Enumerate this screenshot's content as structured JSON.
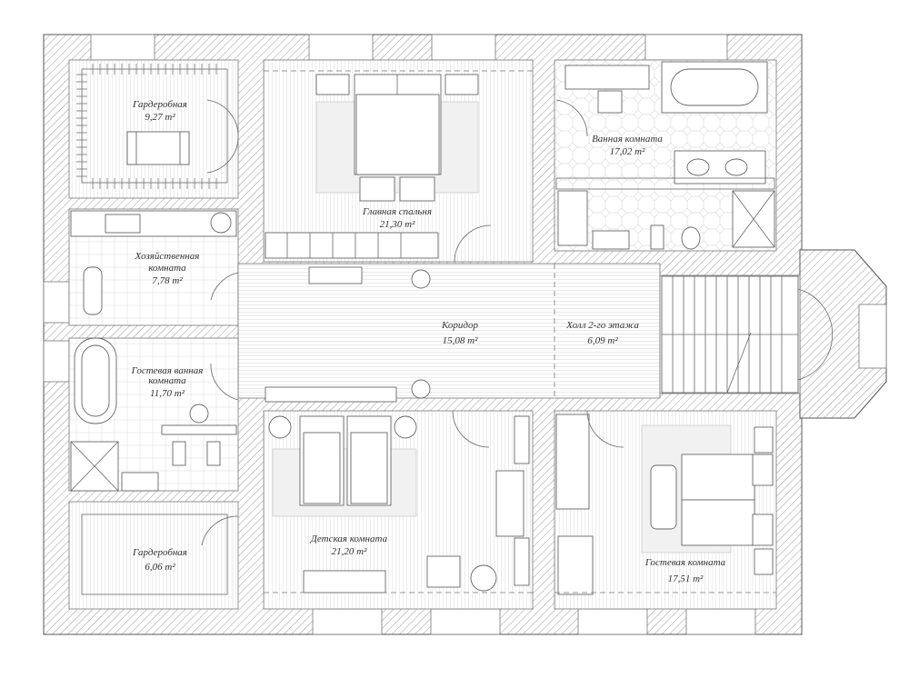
{
  "rooms": {
    "wardrobe_top": {
      "name": "Гардеробная",
      "area": "9,27 m²"
    },
    "master_bedroom": {
      "name": "Главная спальня",
      "area": "21,30 m²"
    },
    "bathroom": {
      "name": "Ванная комната",
      "area": "17,02 m²"
    },
    "utility_room": {
      "name_line1": "Хозяйственная",
      "name_line2": "комната",
      "area": "7,78 m²"
    },
    "corridor": {
      "name": "Коридор",
      "area": "15,08 m²"
    },
    "hall": {
      "name": "Холл 2-го этажа",
      "area": "6,09 m²"
    },
    "guest_bathroom": {
      "name_line1": "Гостевая ванная",
      "name_line2": "комната",
      "area": "11,70 m²"
    },
    "wardrobe_bottom": {
      "name": "Гардеробная",
      "area": "6,06 m²"
    },
    "kids_room": {
      "name": "Детская комната",
      "area": "21,20 m²"
    },
    "guest_room": {
      "name": "Гостевая комната",
      "area": "17,51 m²"
    }
  },
  "colors": {
    "wall_line": "#555555",
    "hatch": "#9a9a9a",
    "floor_lines": "#e2e2e2",
    "text": "#333333"
  }
}
